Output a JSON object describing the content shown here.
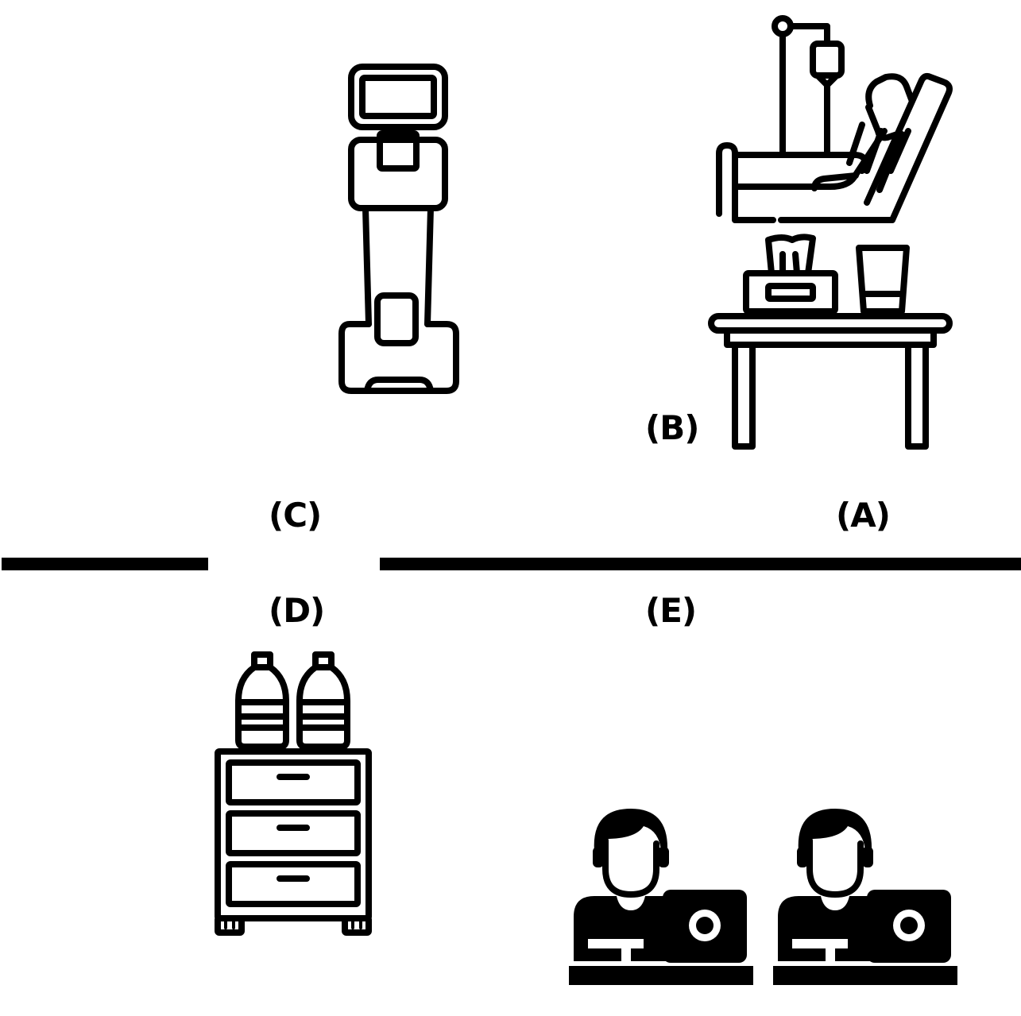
{
  "labels": {
    "a": "(A)",
    "b": "(B)",
    "c": "(C)",
    "d": "(D)",
    "e": "(E)"
  },
  "icons": {
    "robot": "robot-icon",
    "hospital_bed": "hospital-bed-icon",
    "bedside_table": "bedside-table-icon",
    "dresser": "dresser-icon",
    "water_bottles": "water-bottles-icon",
    "workers": "person-laptop-icon"
  },
  "colors": {
    "ink": "#000000",
    "background": "#ffffff"
  }
}
